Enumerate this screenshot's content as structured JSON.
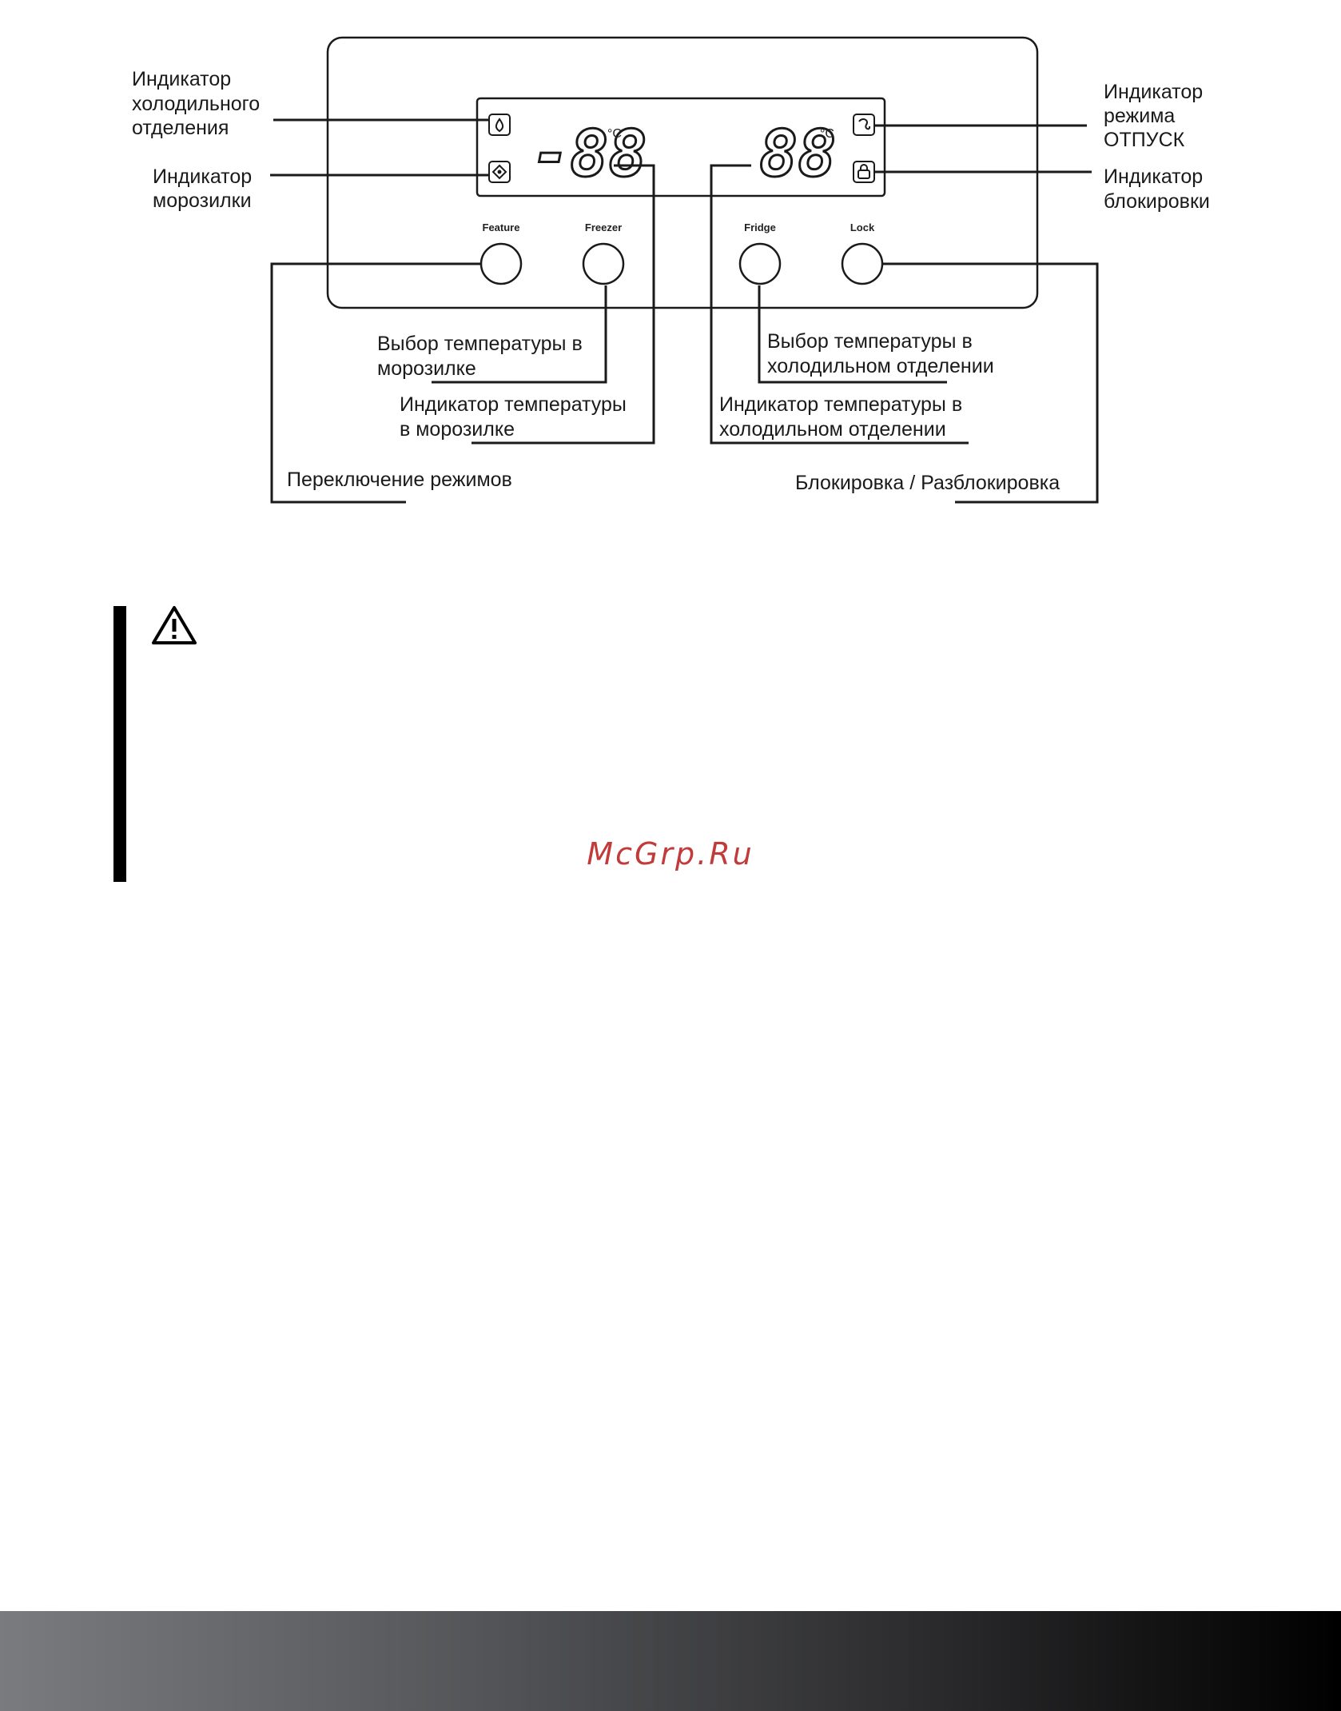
{
  "panel": {
    "freezer_display": "-88",
    "fridge_display": "88",
    "degree_unit": "°C",
    "buttons": {
      "feature": "Feature",
      "freezer": "Freezer",
      "fridge": "Fridge",
      "lock": "Lock"
    },
    "icons": [
      "fridge-compartment-icon",
      "freezer-icon",
      "vacation-mode-icon",
      "lock-icon"
    ]
  },
  "callouts": {
    "fridge_indicator": [
      "Индикатор",
      "холодильного",
      "отделения"
    ],
    "freezer_indicator": [
      "Индикатор",
      "морозилки"
    ],
    "vacation_indicator": [
      "Индикатор",
      "режима",
      "ОТПУСК"
    ],
    "lock_indicator": [
      "Индикатор",
      "блокировки"
    ],
    "freezer_temp_select": [
      "Выбор температуры в",
      "морозилке"
    ],
    "freezer_temp_indicator": [
      "Индикатор температуры",
      "в морозилке"
    ],
    "fridge_temp_select": [
      "Выбор температуры в",
      "холодильном отделении"
    ],
    "fridge_temp_indicator": [
      "Индикатор температуры в",
      "холодильном отделении"
    ],
    "mode_switch": "Переключение режимов",
    "lock_unlock": "Блокировка / Разблокировка"
  },
  "watermark": "McGrp.Ru",
  "colors": {
    "watermark": "#c23b3b",
    "line": "#1a1a1a",
    "footer_start": "#7a7b7e",
    "footer_end": "#000000"
  }
}
